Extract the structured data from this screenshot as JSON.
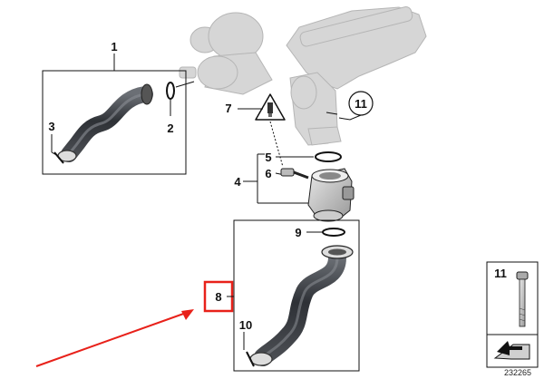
{
  "diagram": {
    "callouts": {
      "c1": "1",
      "c2": "2",
      "c3": "3",
      "c4": "4",
      "c5": "5",
      "c6": "6",
      "c7": "7",
      "c8": "8",
      "c9": "9",
      "c10": "10",
      "c11": "11"
    },
    "hardware_box": {
      "label": "11"
    },
    "diagram_id": "232265",
    "colors": {
      "line": "#111111",
      "hose": "#3a3d42",
      "ghost_part": "#c8c8c8",
      "highlight": "#e8211a"
    }
  }
}
